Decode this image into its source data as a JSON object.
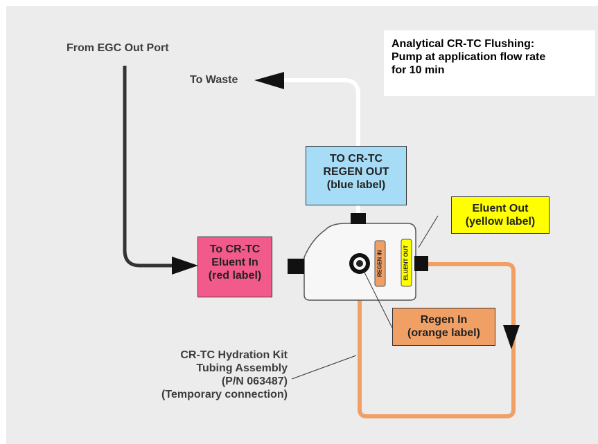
{
  "source_label": "From EGC Out Port",
  "waste_label": "To Waste",
  "note": {
    "lines": [
      "Analytical CR-TC Flushing:",
      "Pump at application flow rate",
      "for 10 min"
    ]
  },
  "regen_out_box": {
    "lines": [
      "TO CR-TC",
      "REGEN OUT",
      "(blue label)"
    ],
    "color": "#a6dcf5"
  },
  "eluent_in_box": {
    "lines": [
      "To CR-TC",
      "Eluent In",
      "(red label)"
    ],
    "color": "#f25a8c"
  },
  "eluent_out_box": {
    "lines": [
      "Eluent Out",
      "(yellow label)"
    ],
    "color": "#ffff00"
  },
  "regen_in_box": {
    "lines": [
      "Regen In",
      "(orange label)"
    ],
    "color": "#f0a064"
  },
  "device_labels": {
    "regen_in": "REGEN IN",
    "eluent_out": "ELUENT OUT"
  },
  "kit_label": {
    "lines": [
      "CR-TC Hydration Kit",
      "Tubing Assembly",
      "(P/N 063487)",
      "(Temporary connection)"
    ]
  },
  "colors": {
    "background": "#ececec",
    "tubing_black": "#333333",
    "tubing_white": "#ffffff",
    "tubing_orange": "#f0a064"
  }
}
